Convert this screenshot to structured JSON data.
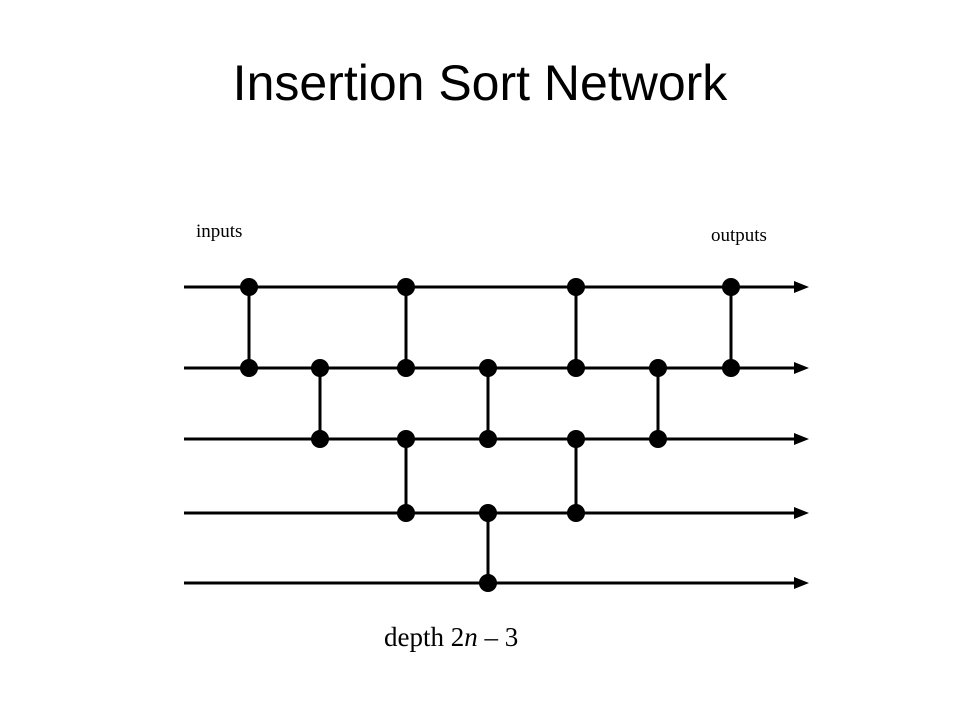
{
  "title": "Insertion Sort Network",
  "labels": {
    "inputs": "inputs",
    "outputs": "outputs"
  },
  "caption": {
    "prefix": "depth 2",
    "variable": "n",
    "suffix": " – 3"
  },
  "network": {
    "wire_count": 5,
    "comparators": [
      {
        "stage": 1,
        "wires": [
          1,
          2
        ]
      },
      {
        "stage": 2,
        "wires": [
          2,
          3
        ]
      },
      {
        "stage": 3,
        "wires": [
          1,
          2
        ]
      },
      {
        "stage": 3,
        "wires": [
          3,
          4
        ]
      },
      {
        "stage": 4,
        "wires": [
          2,
          3
        ]
      },
      {
        "stage": 4,
        "wires": [
          4,
          5
        ]
      },
      {
        "stage": 5,
        "wires": [
          1,
          2
        ]
      },
      {
        "stage": 5,
        "wires": [
          3,
          4
        ]
      },
      {
        "stage": 6,
        "wires": [
          2,
          3
        ]
      },
      {
        "stage": 7,
        "wires": [
          1,
          2
        ]
      }
    ],
    "color": "#000000"
  }
}
